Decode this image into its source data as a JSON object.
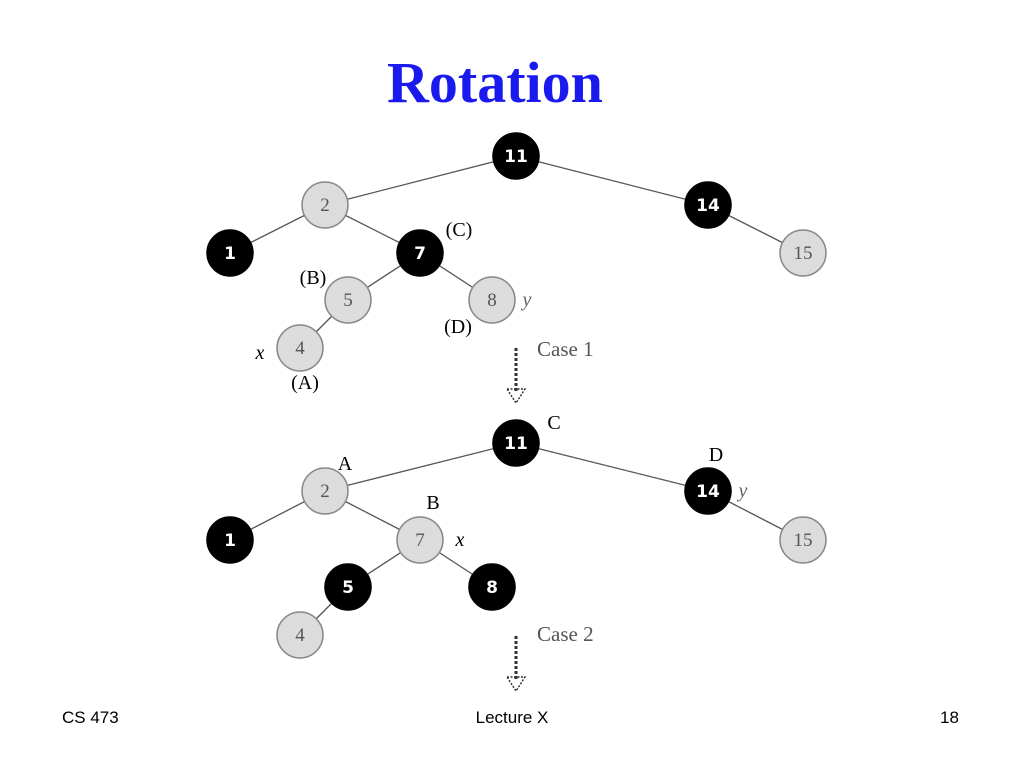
{
  "slide": {
    "title": "Rotation"
  },
  "footer": {
    "left": "CS 473",
    "center": "Lecture X",
    "right": "18"
  },
  "colors": {
    "title": "#1a1aee",
    "black_node": "#000000",
    "red_node": "#dcdcdc"
  },
  "tree1": {
    "nodes": [
      {
        "id": "t1-11",
        "key": "11",
        "color": "black"
      },
      {
        "id": "t1-2",
        "key": "2",
        "color": "red"
      },
      {
        "id": "t1-14",
        "key": "14",
        "color": "black"
      },
      {
        "id": "t1-1",
        "key": "1",
        "color": "black"
      },
      {
        "id": "t1-7",
        "key": "7",
        "color": "black"
      },
      {
        "id": "t1-15",
        "key": "15",
        "color": "red"
      },
      {
        "id": "t1-5",
        "key": "5",
        "color": "red"
      },
      {
        "id": "t1-8",
        "key": "8",
        "color": "red"
      },
      {
        "id": "t1-4",
        "key": "4",
        "color": "red"
      }
    ],
    "edges": [
      [
        "t1-11",
        "t1-2"
      ],
      [
        "t1-11",
        "t1-14"
      ],
      [
        "t1-2",
        "t1-1"
      ],
      [
        "t1-2",
        "t1-7"
      ],
      [
        "t1-14",
        "t1-15"
      ],
      [
        "t1-7",
        "t1-5"
      ],
      [
        "t1-7",
        "t1-8"
      ],
      [
        "t1-5",
        "t1-4"
      ]
    ],
    "annotations": {
      "c": "(C)",
      "b": "(B)",
      "d": "(D)",
      "a": "(A)",
      "x": "x",
      "y": "y"
    },
    "case_label": "Case 1"
  },
  "tree2": {
    "nodes": [
      {
        "id": "t2-11",
        "key": "11",
        "color": "black"
      },
      {
        "id": "t2-2",
        "key": "2",
        "color": "red"
      },
      {
        "id": "t2-14",
        "key": "14",
        "color": "black"
      },
      {
        "id": "t2-1",
        "key": "1",
        "color": "black"
      },
      {
        "id": "t2-7",
        "key": "7",
        "color": "red"
      },
      {
        "id": "t2-15",
        "key": "15",
        "color": "red"
      },
      {
        "id": "t2-5",
        "key": "5",
        "color": "black"
      },
      {
        "id": "t2-8",
        "key": "8",
        "color": "black"
      },
      {
        "id": "t2-4",
        "key": "4",
        "color": "red"
      }
    ],
    "edges": [
      [
        "t2-11",
        "t2-2"
      ],
      [
        "t2-11",
        "t2-14"
      ],
      [
        "t2-2",
        "t2-1"
      ],
      [
        "t2-2",
        "t2-7"
      ],
      [
        "t2-14",
        "t2-15"
      ],
      [
        "t2-7",
        "t2-5"
      ],
      [
        "t2-7",
        "t2-8"
      ],
      [
        "t2-5",
        "t2-4"
      ]
    ],
    "annotations": {
      "c": "C",
      "a": "A",
      "b": "B",
      "d": "D",
      "x": "x",
      "y": "y"
    },
    "case_label": "Case 2"
  }
}
